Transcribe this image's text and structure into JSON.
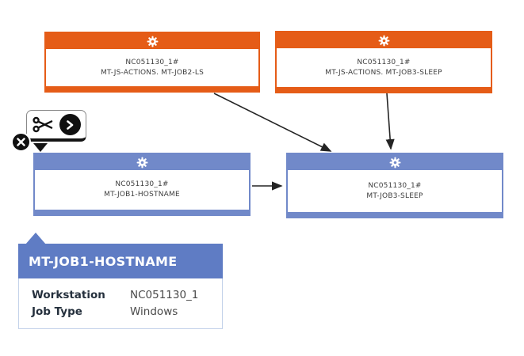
{
  "colors": {
    "orange": "#e55c17",
    "blue": "#7189c9",
    "tooltip_header": "#5f7cc4",
    "arrow": "#242424"
  },
  "nodes": [
    {
      "id": "mt-job2-ls",
      "type": "orange",
      "line1": "NC051130_1#",
      "line2": "MT-JS-ACTIONS. MT-JOB2-LS"
    },
    {
      "id": "mt-job3-sleep-dep",
      "type": "orange",
      "line1": "NC051130_1#",
      "line2": "MT-JS-ACTIONS. MT-JOB3-SLEEP"
    },
    {
      "id": "mt-job1-hostname",
      "type": "blue",
      "line1": "NC051130_1#",
      "line2": "MT-JOB1-HOSTNAME"
    },
    {
      "id": "mt-job3-sleep",
      "type": "blue",
      "line1": "NC051130_1#",
      "line2": "MT-JOB3-SLEEP"
    }
  ],
  "action_popup": {
    "icons": [
      "scissors-icon",
      "chevron-right-icon",
      "close-icon"
    ]
  },
  "tooltip": {
    "title": "MT-JOB1-HOSTNAME",
    "rows": [
      {
        "label": "Workstation",
        "value": "NC051130_1"
      },
      {
        "label": "Job Type",
        "value": "Windows"
      }
    ]
  }
}
